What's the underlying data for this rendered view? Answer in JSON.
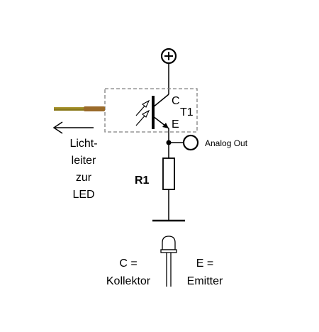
{
  "diagram": {
    "supply_symbol": "+",
    "transistor": {
      "label": "T1",
      "collector_label": "C",
      "emitter_label": "E"
    },
    "output_label": "Analog Out",
    "resistor_label": "R1",
    "fiber_label_lines": [
      "Licht-",
      "leiter",
      "zur",
      "LED"
    ],
    "legend": {
      "c_line1": "C =",
      "c_line2": "Kollektor",
      "e_line1": "E =",
      "e_line2": "Emitter"
    },
    "colors": {
      "fiber_core": "#8a7a1c",
      "fiber_tip": "#9a6a2a",
      "box_border": "#808080"
    }
  }
}
